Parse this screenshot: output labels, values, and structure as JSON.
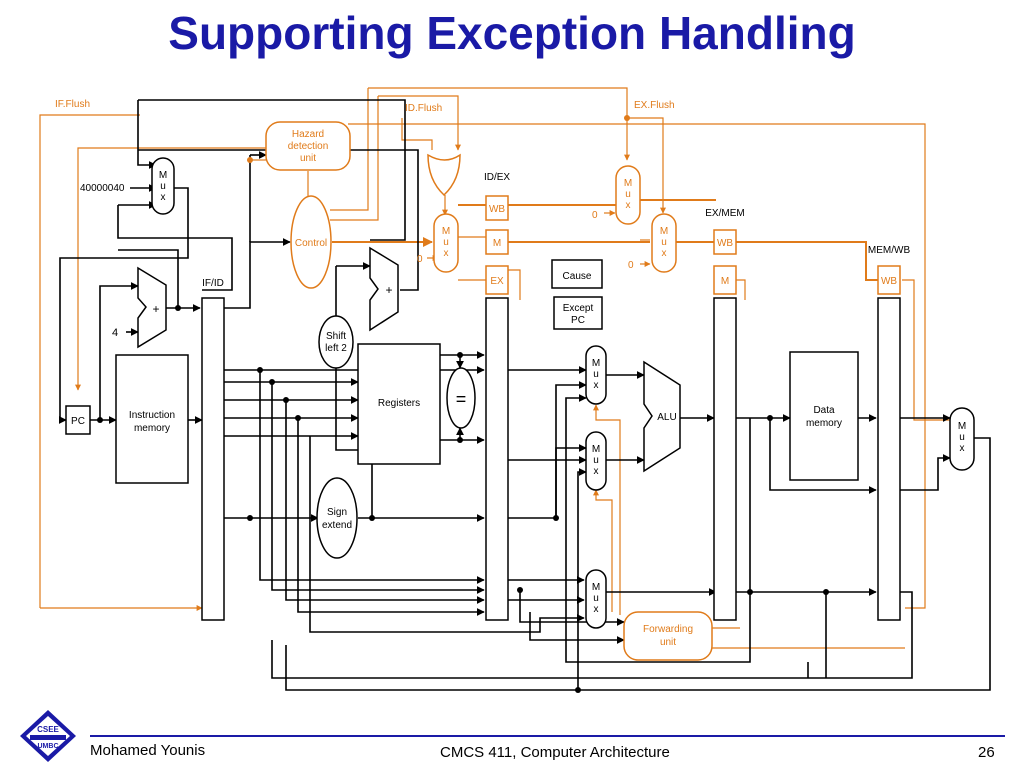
{
  "title": "Supporting Exception Handling",
  "footer": {
    "author": "Mohamed Younis",
    "course": "CMCS 411, Computer Architecture",
    "page": "26"
  },
  "logo": {
    "top": "CSEE",
    "bottom": "UMBC"
  },
  "colors": {
    "title": "#1a1aa6",
    "control": "#e07b1a",
    "datapath": "#000000"
  },
  "signals": {
    "if_flush": "IF.Flush",
    "id_flush": "ID.Flush",
    "ex_flush": "EX.Flush"
  },
  "blocks": {
    "hazard": [
      "Hazard",
      "detection",
      "unit"
    ],
    "control": "Control",
    "pc": "PC",
    "imem": [
      "Instruction",
      "memory"
    ],
    "registers": "Registers",
    "shift": [
      "Shift",
      "left 2"
    ],
    "sign": [
      "Sign",
      "extend"
    ],
    "cause": "Cause",
    "except": [
      "Except",
      "PC"
    ],
    "alu": "ALU",
    "dmem": [
      "Data",
      "memory"
    ],
    "forwarding": [
      "Forwarding",
      "unit"
    ],
    "eq": "=",
    "plus": "+"
  },
  "registers_labels": {
    "ifid": "IF/ID",
    "idex": "ID/EX",
    "exmem": "EX/MEM",
    "memwb": "MEM/WB"
  },
  "fields": {
    "wb": "WB",
    "m": "M",
    "ex": "EX"
  },
  "mux": [
    "M",
    "u",
    "x"
  ],
  "constants": {
    "vector": "40000040",
    "four": "4",
    "zero": "0"
  }
}
